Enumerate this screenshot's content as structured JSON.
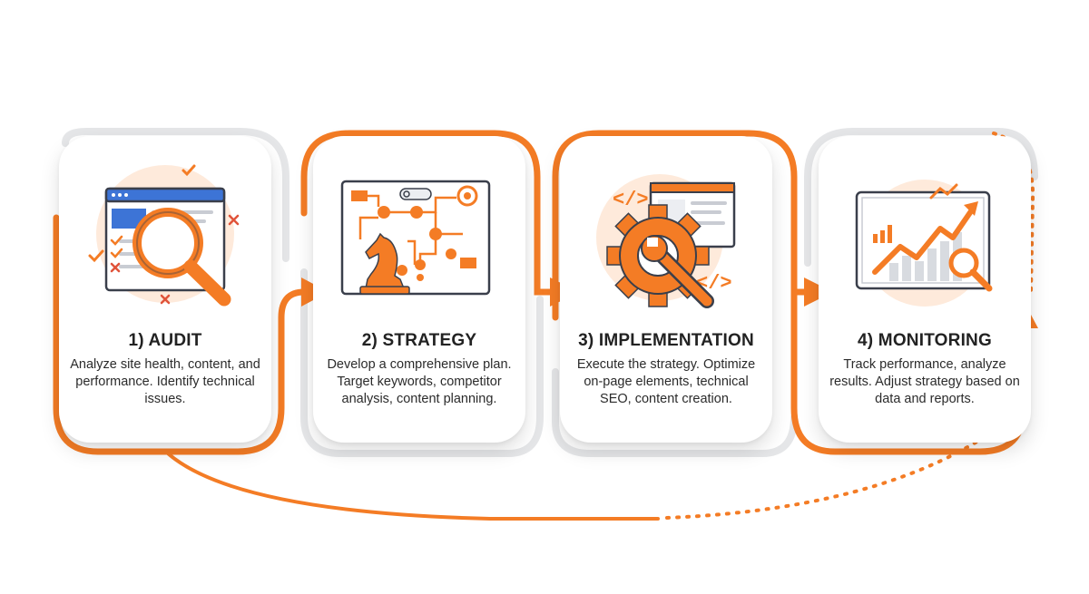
{
  "steps": [
    {
      "title": "1) AUDIT",
      "description": "Analyze site health, content, and performance. Identify technical issues.",
      "icon": "magnifier-audit-icon"
    },
    {
      "title": "2) STRATEGY",
      "description": "Develop a comprehensive plan. Target keywords, competitor analysis, content planning.",
      "icon": "chess-knight-flowchart-icon"
    },
    {
      "title": "3) IMPLEMENTATION",
      "description": "Execute the strategy. Optimize on-page elements, technical SEO, content creation.",
      "icon": "gear-wrench-code-icon"
    },
    {
      "title": "4) MONITORING",
      "description": "Track performance, analyze results. Adjust strategy based on data and reports.",
      "icon": "growth-chart-icon"
    }
  ],
  "colors": {
    "accent": "#f47c25",
    "accent_light": "#fde3cf",
    "outline": "#3a3f4b",
    "panel_grey": "#e4e6ea",
    "text": "#222222"
  }
}
